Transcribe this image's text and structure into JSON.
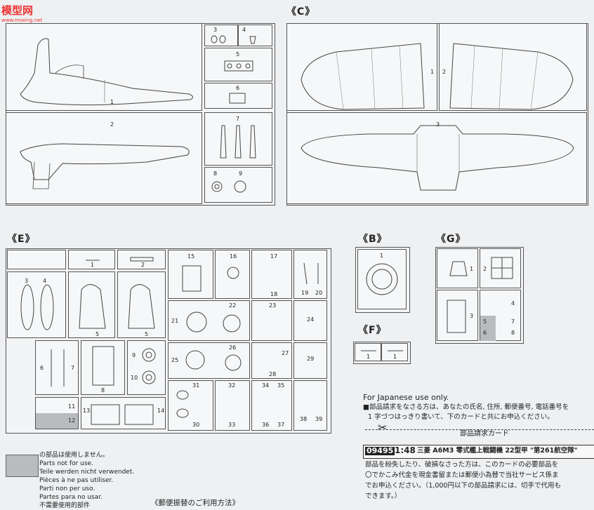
{
  "watermark": {
    "site": "模型网",
    "url": "www.moxing.net"
  },
  "sections": {
    "c": "《C》",
    "e": "《E》",
    "b": "《B》",
    "f": "《F》",
    "g": "《G》"
  },
  "parts": {
    "a": [
      "1",
      "2",
      "3",
      "4",
      "5",
      "6",
      "7",
      "8",
      "9"
    ],
    "c": [
      "1",
      "2",
      "3"
    ],
    "e": [
      "1",
      "2",
      "3",
      "4",
      "5",
      "5",
      "6",
      "7",
      "8",
      "9",
      "10",
      "11",
      "12",
      "13",
      "14",
      "15",
      "16",
      "17",
      "18",
      "19",
      "20",
      "21",
      "22",
      "23",
      "24",
      "25",
      "26",
      "27",
      "28",
      "29",
      "30",
      "31",
      "32",
      "33",
      "34",
      "35",
      "36",
      "37",
      "38",
      "39"
    ],
    "b": [
      "1"
    ],
    "f": [
      "1",
      "1"
    ],
    "g": [
      "1",
      "2",
      "3",
      "4",
      "5",
      "6",
      "7",
      "8"
    ]
  },
  "legend": {
    "lines": [
      "の部品は使用しません。",
      "Parts not for use.",
      "Teile werden nicht verwendet.",
      "Pièces à ne pas utiliser.",
      "Parti non per uso.",
      "Partes para no usar.",
      "不需要使用的部件"
    ],
    "swatch_color": "#b9bbbe"
  },
  "order": {
    "for_japanese": "For Japanese use only.",
    "instr1": "■部品請求をなさる方は、あなたの氏名, 住所, 郵便番号, 電話番号を",
    "instr2": "1 字づつはっきり書いて、下のカードと共にお申込ください。",
    "card_title": "部品請求カード",
    "code": "09495",
    "scale": "1:48",
    "product": "三菱 A6M3 零式艦上戦闘機 22型甲 \"第261航空隊\"",
    "body1": "部品を紛失したり、破損なさった方は、このカードの必要部品を",
    "body2": "〇でかこみ代金を現金書留または郵便小為替で当社サービス係ま",
    "body3": "でお申込ください。（1,000円以下の部品請求には、切手で代用も",
    "body4": "できます。）"
  },
  "footer": "《郵便振替のご利用方法》"
}
